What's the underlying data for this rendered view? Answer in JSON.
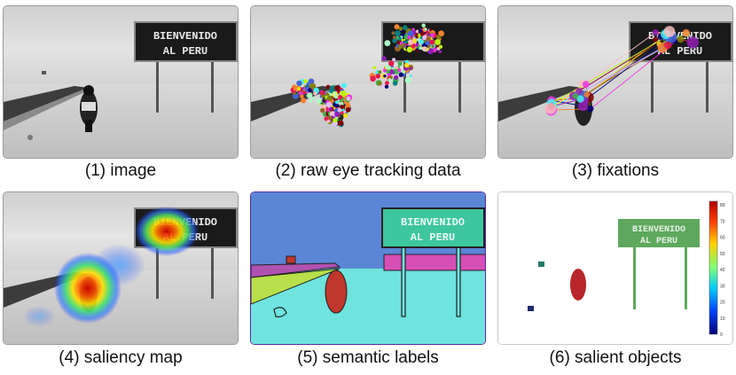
{
  "panels": [
    {
      "caption": "(1) image"
    },
    {
      "caption": "(2) raw eye tracking data"
    },
    {
      "caption": "(3) fixations"
    },
    {
      "caption": "(4) saliency map"
    },
    {
      "caption": "(5) semantic labels"
    },
    {
      "caption": "(6) salient objects"
    }
  ],
  "sign": {
    "line1": "BIENVENIDO",
    "line2": "AL PERU"
  },
  "colorbar": {
    "ticks": [
      "80",
      "70",
      "60",
      "50",
      "40",
      "30",
      "20",
      "10",
      "0"
    ],
    "colors": [
      "#b00000",
      "#ff3b00",
      "#ffd200",
      "#7dff7a",
      "#00c8ff",
      "#0046ff",
      "#00007a"
    ]
  }
}
